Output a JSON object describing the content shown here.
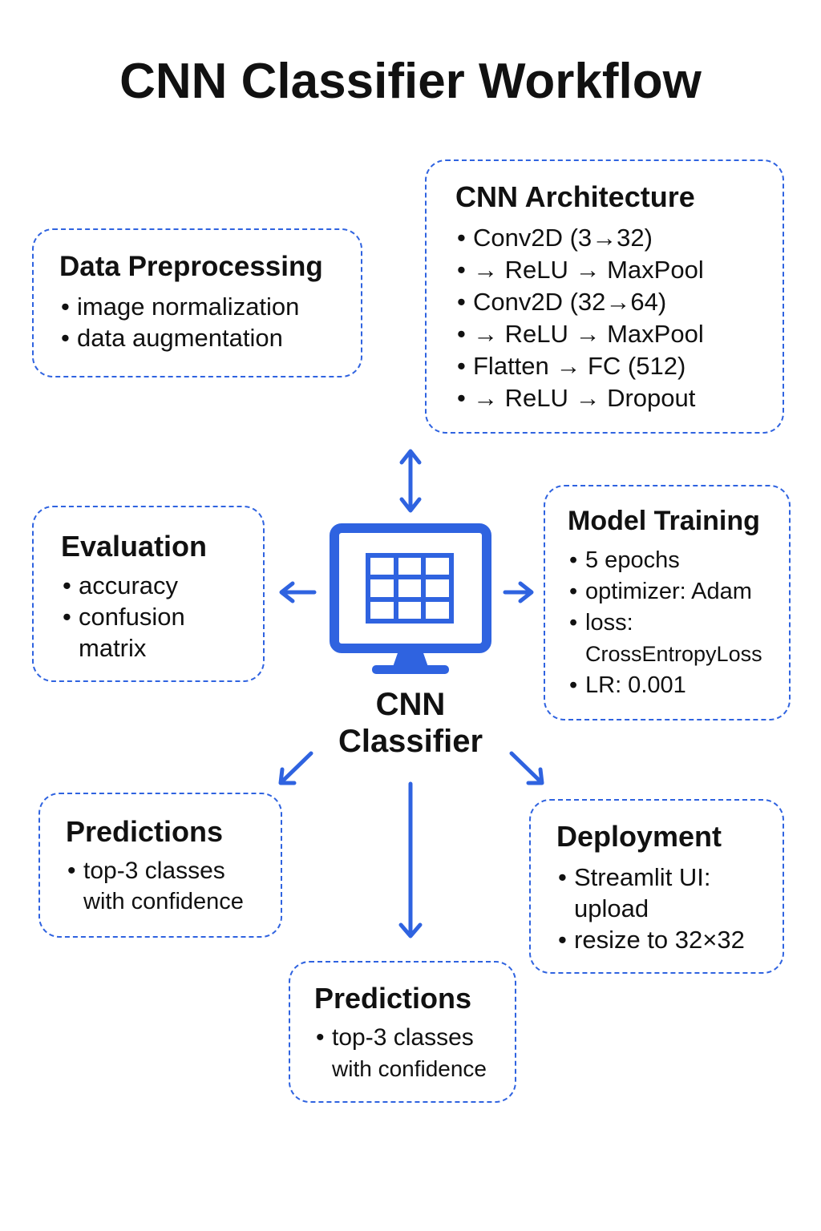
{
  "title": "CNN Classifier Workflow",
  "center": {
    "label_line1": "CNN",
    "label_line2": "Classifier",
    "icon": "monitor-grid-icon"
  },
  "accent_color": "#2f63e0",
  "boxes": {
    "architecture": {
      "heading": "CNN Architecture",
      "items": [
        "Conv2D (3→32)",
        "→ ReLU → MaxPool",
        "Conv2D (32→64)",
        "→ ReLU → MaxPool",
        "Flatten → FC (512)",
        "→ ReLU → Dropout"
      ]
    },
    "preprocessing": {
      "heading": "Data Preprocessing",
      "items": [
        "image normalization",
        "data augmentation"
      ]
    },
    "evaluation": {
      "heading": "Evaluation",
      "items": [
        "accuracy",
        "confusion",
        "matrix"
      ]
    },
    "training": {
      "heading": "Model Training",
      "items": [
        "5 epochs",
        "optimizer: Adam",
        "loss:",
        "CrossEntropyLoss",
        "LR: 0.001"
      ]
    },
    "predictions_left": {
      "heading": "Predictions",
      "items": [
        "top-3 classes",
        "with confidence"
      ]
    },
    "deployment": {
      "heading": "Deployment",
      "items": [
        "Streamlit UI:",
        "upload",
        "resize to 32×32"
      ]
    },
    "predictions_bottom": {
      "heading": "Predictions",
      "items": [
        "top-3 classes",
        "with confidence"
      ]
    }
  }
}
